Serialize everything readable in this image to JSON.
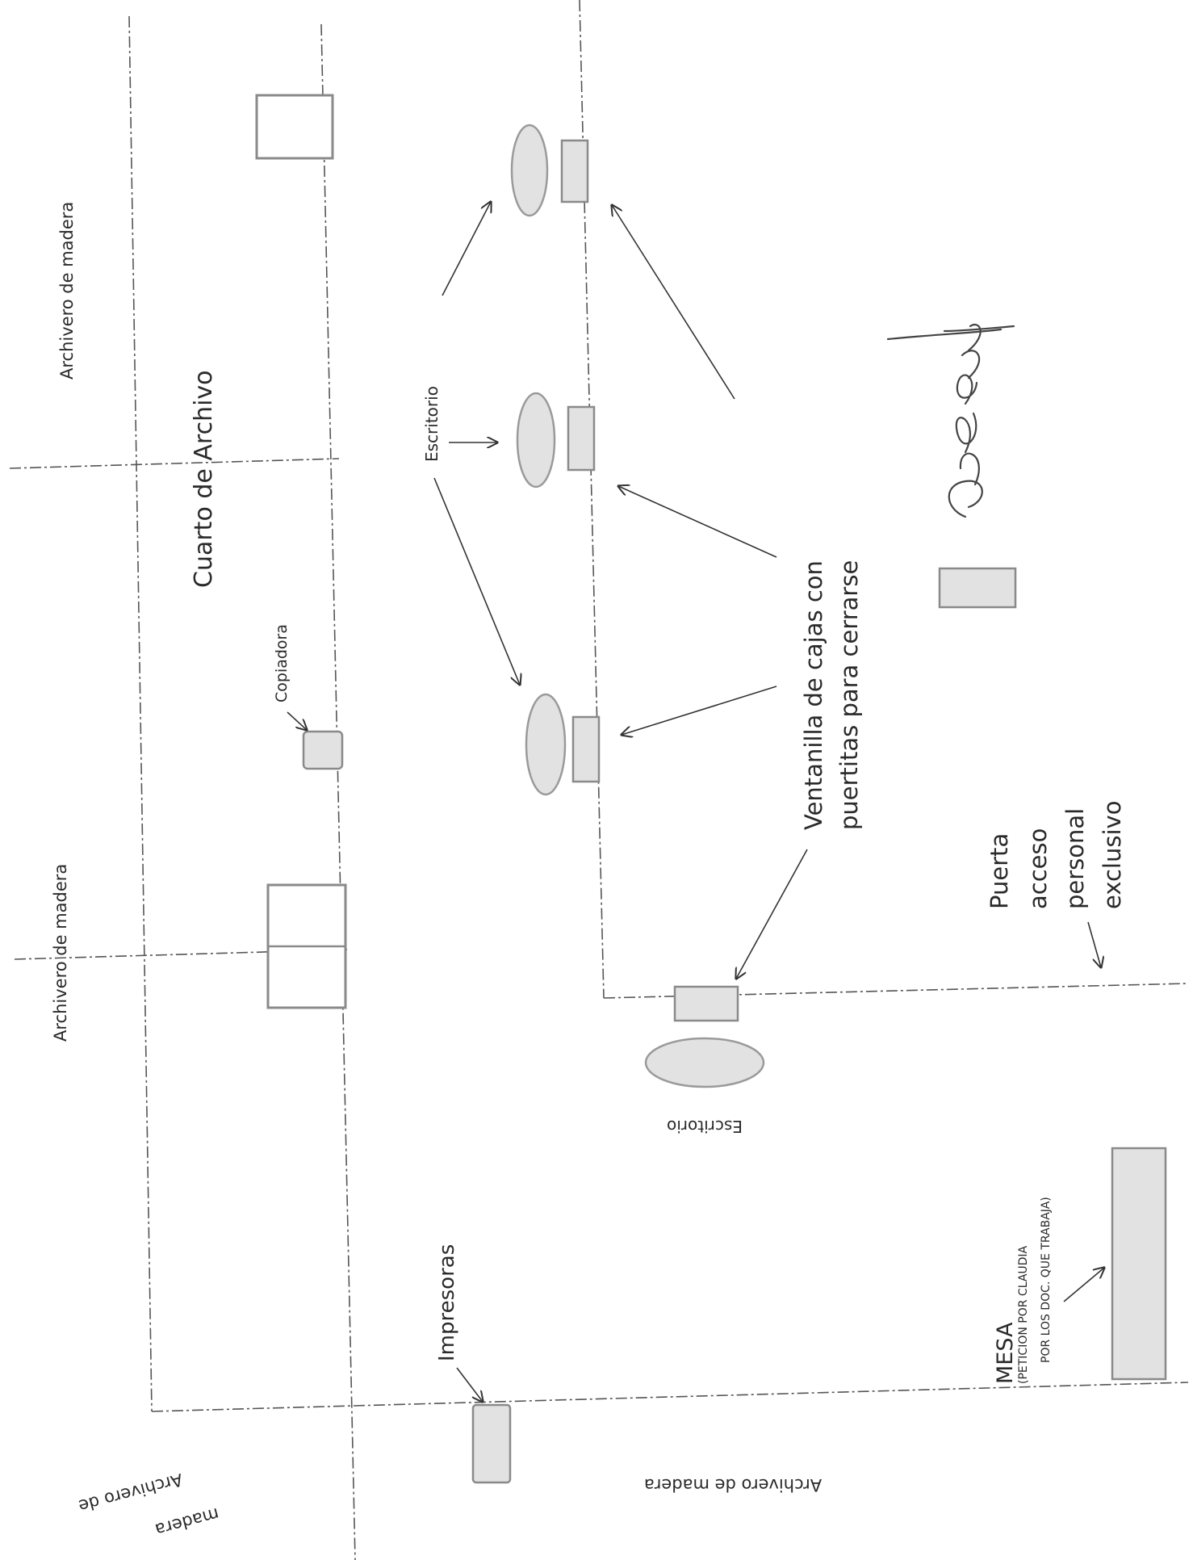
{
  "labels": {
    "archivero_top": "Archivero de  madera",
    "archivero_mid": "Archivero de  madera",
    "cuarto": "Cuarto de Archivo",
    "copiadora": "Copiadora",
    "escritorio_top": "Escritorio",
    "ventanilla_1": "Ventanilla de cajas con",
    "ventanilla_2": "puertitas para cerrarse",
    "puerta_1": "Puerta",
    "puerta_2": "acceso",
    "puerta_3": "personal",
    "puerta_4": "exclusivo",
    "escritorio_bottom": "Escritorio",
    "impresoras": "Impresoras",
    "mesa_title": "MESA",
    "mesa_note_1": "(PETICION POR CLAUDIA",
    "mesa_note_2": "POR LOS DOC. QUE TRABAJA)",
    "archivero_bottom_left_1": "Archivero de",
    "archivero_bottom_left_2": "madera",
    "archivero_bottom": "Archivero de madera"
  },
  "colors": {
    "fill": "#e2e2e2",
    "stroke": "#8a8a8a",
    "ink": "#2a2a2a"
  }
}
